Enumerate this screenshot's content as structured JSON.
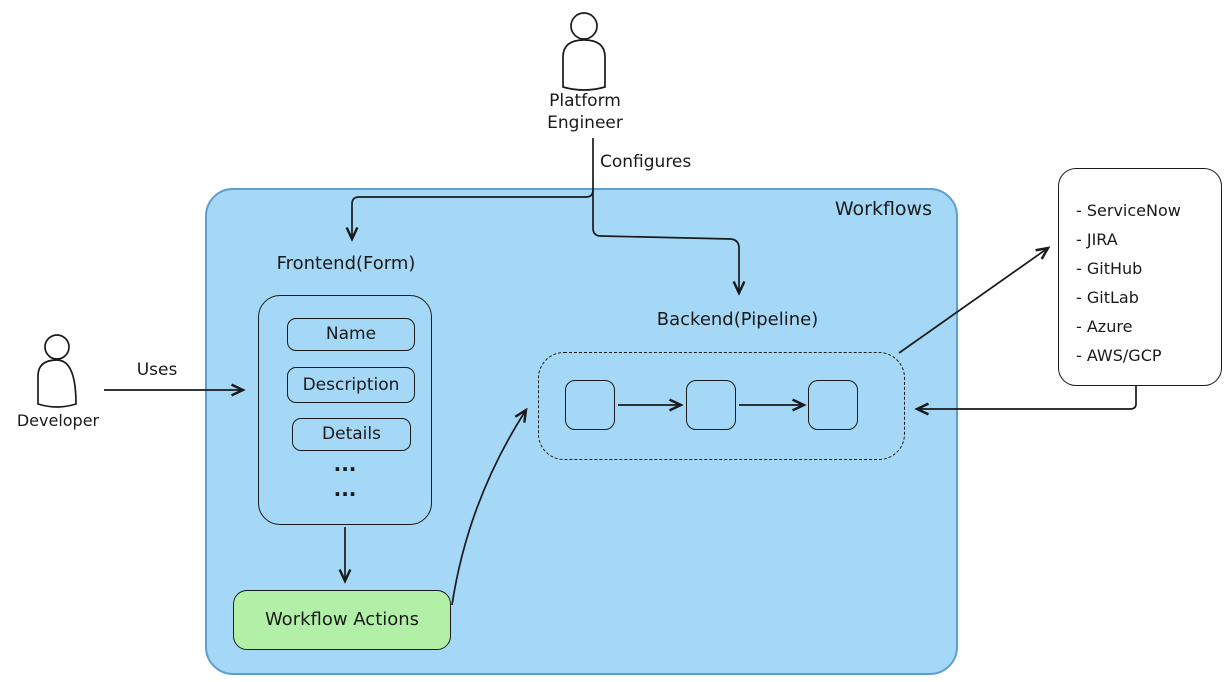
{
  "actors": {
    "platform_engineer": {
      "line1": "Platform",
      "line2": "Engineer"
    },
    "developer": {
      "label": "Developer"
    }
  },
  "edges": {
    "configures": "Configures",
    "uses": "Uses"
  },
  "workflows_panel": {
    "title": "Workflows",
    "frontend": {
      "label": "Frontend(Form)",
      "fields": [
        "Name",
        "Description",
        "Details"
      ],
      "ellipsis": [
        "...",
        "..."
      ]
    },
    "workflow_actions": {
      "label": "Workflow Actions"
    },
    "backend": {
      "label": "Backend(Pipeline)",
      "steps": [
        "",
        "",
        ""
      ]
    }
  },
  "integrations": {
    "items": [
      "- ServiceNow",
      "- JIRA",
      "- GitHub",
      "- GitLab",
      "- Azure",
      "- AWS/GCP"
    ]
  },
  "colors": {
    "panel_fill": "#a5d8f7",
    "panel_stroke": "#5b9fd4",
    "actions_fill": "#b2f0a8",
    "line_stroke": "#1a1a1a",
    "integrations_fill": "#ffffff"
  }
}
